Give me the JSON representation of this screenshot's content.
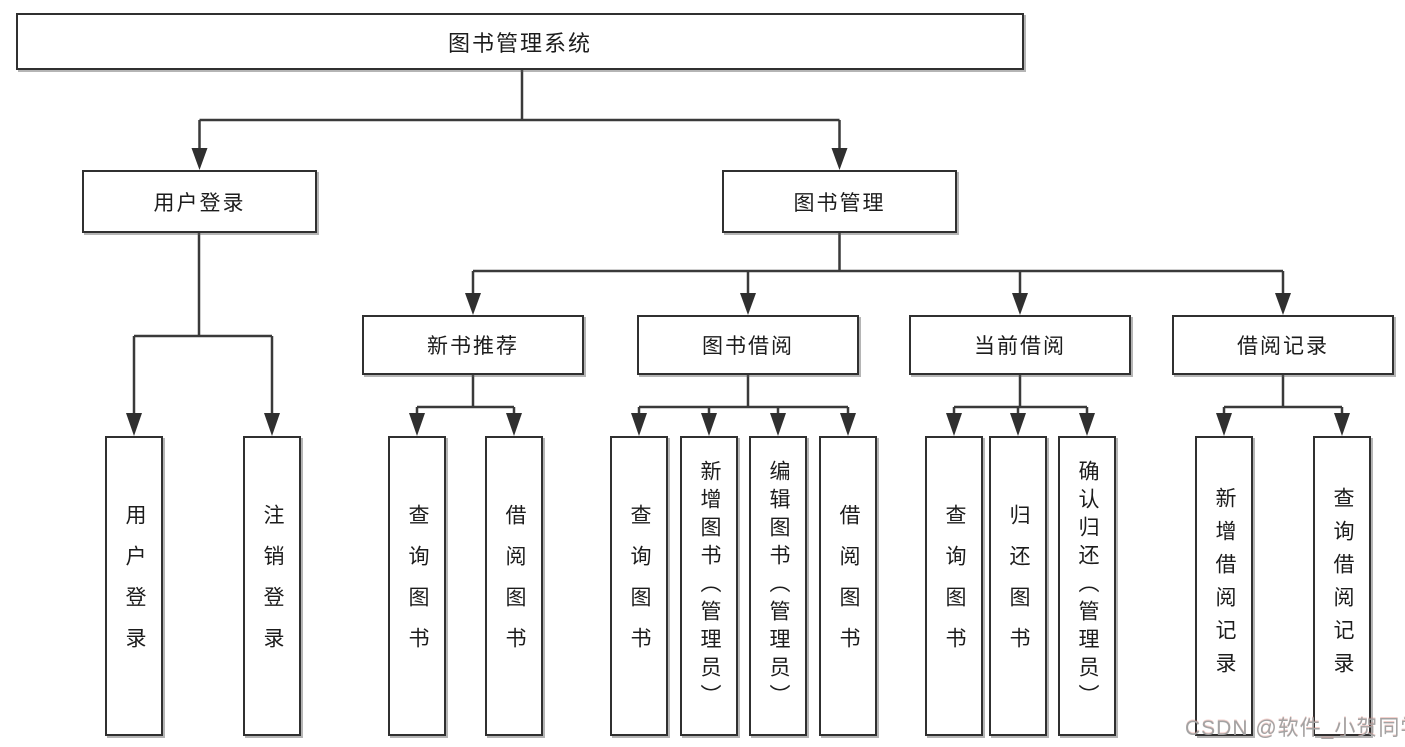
{
  "title": "图书管理系统",
  "level2": [
    {
      "label": "用户登录",
      "children": [
        "用户登录",
        "注销登录"
      ]
    },
    {
      "label": "图书管理"
    }
  ],
  "level3": [
    {
      "label": "新书推荐",
      "children": [
        "查询图书",
        "借阅图书"
      ]
    },
    {
      "label": "图书借阅",
      "children": [
        "查询图书",
        "新增图书（管理员）",
        "编辑图书（管理员）",
        "借阅图书"
      ]
    },
    {
      "label": "当前借阅",
      "children": [
        "查询图书",
        "归还图书",
        "确认归还（管理员）"
      ]
    },
    {
      "label": "借阅记录",
      "children": [
        "新增借阅记录",
        "查询借阅记录"
      ]
    }
  ],
  "watermark": "CSDN @软件_小贺同学",
  "colors": {
    "line": "#3a3a3a",
    "box_border": "#303030",
    "text": "#1c1c1c",
    "watermark": "#a3a3a3",
    "background": "#ffffff"
  }
}
